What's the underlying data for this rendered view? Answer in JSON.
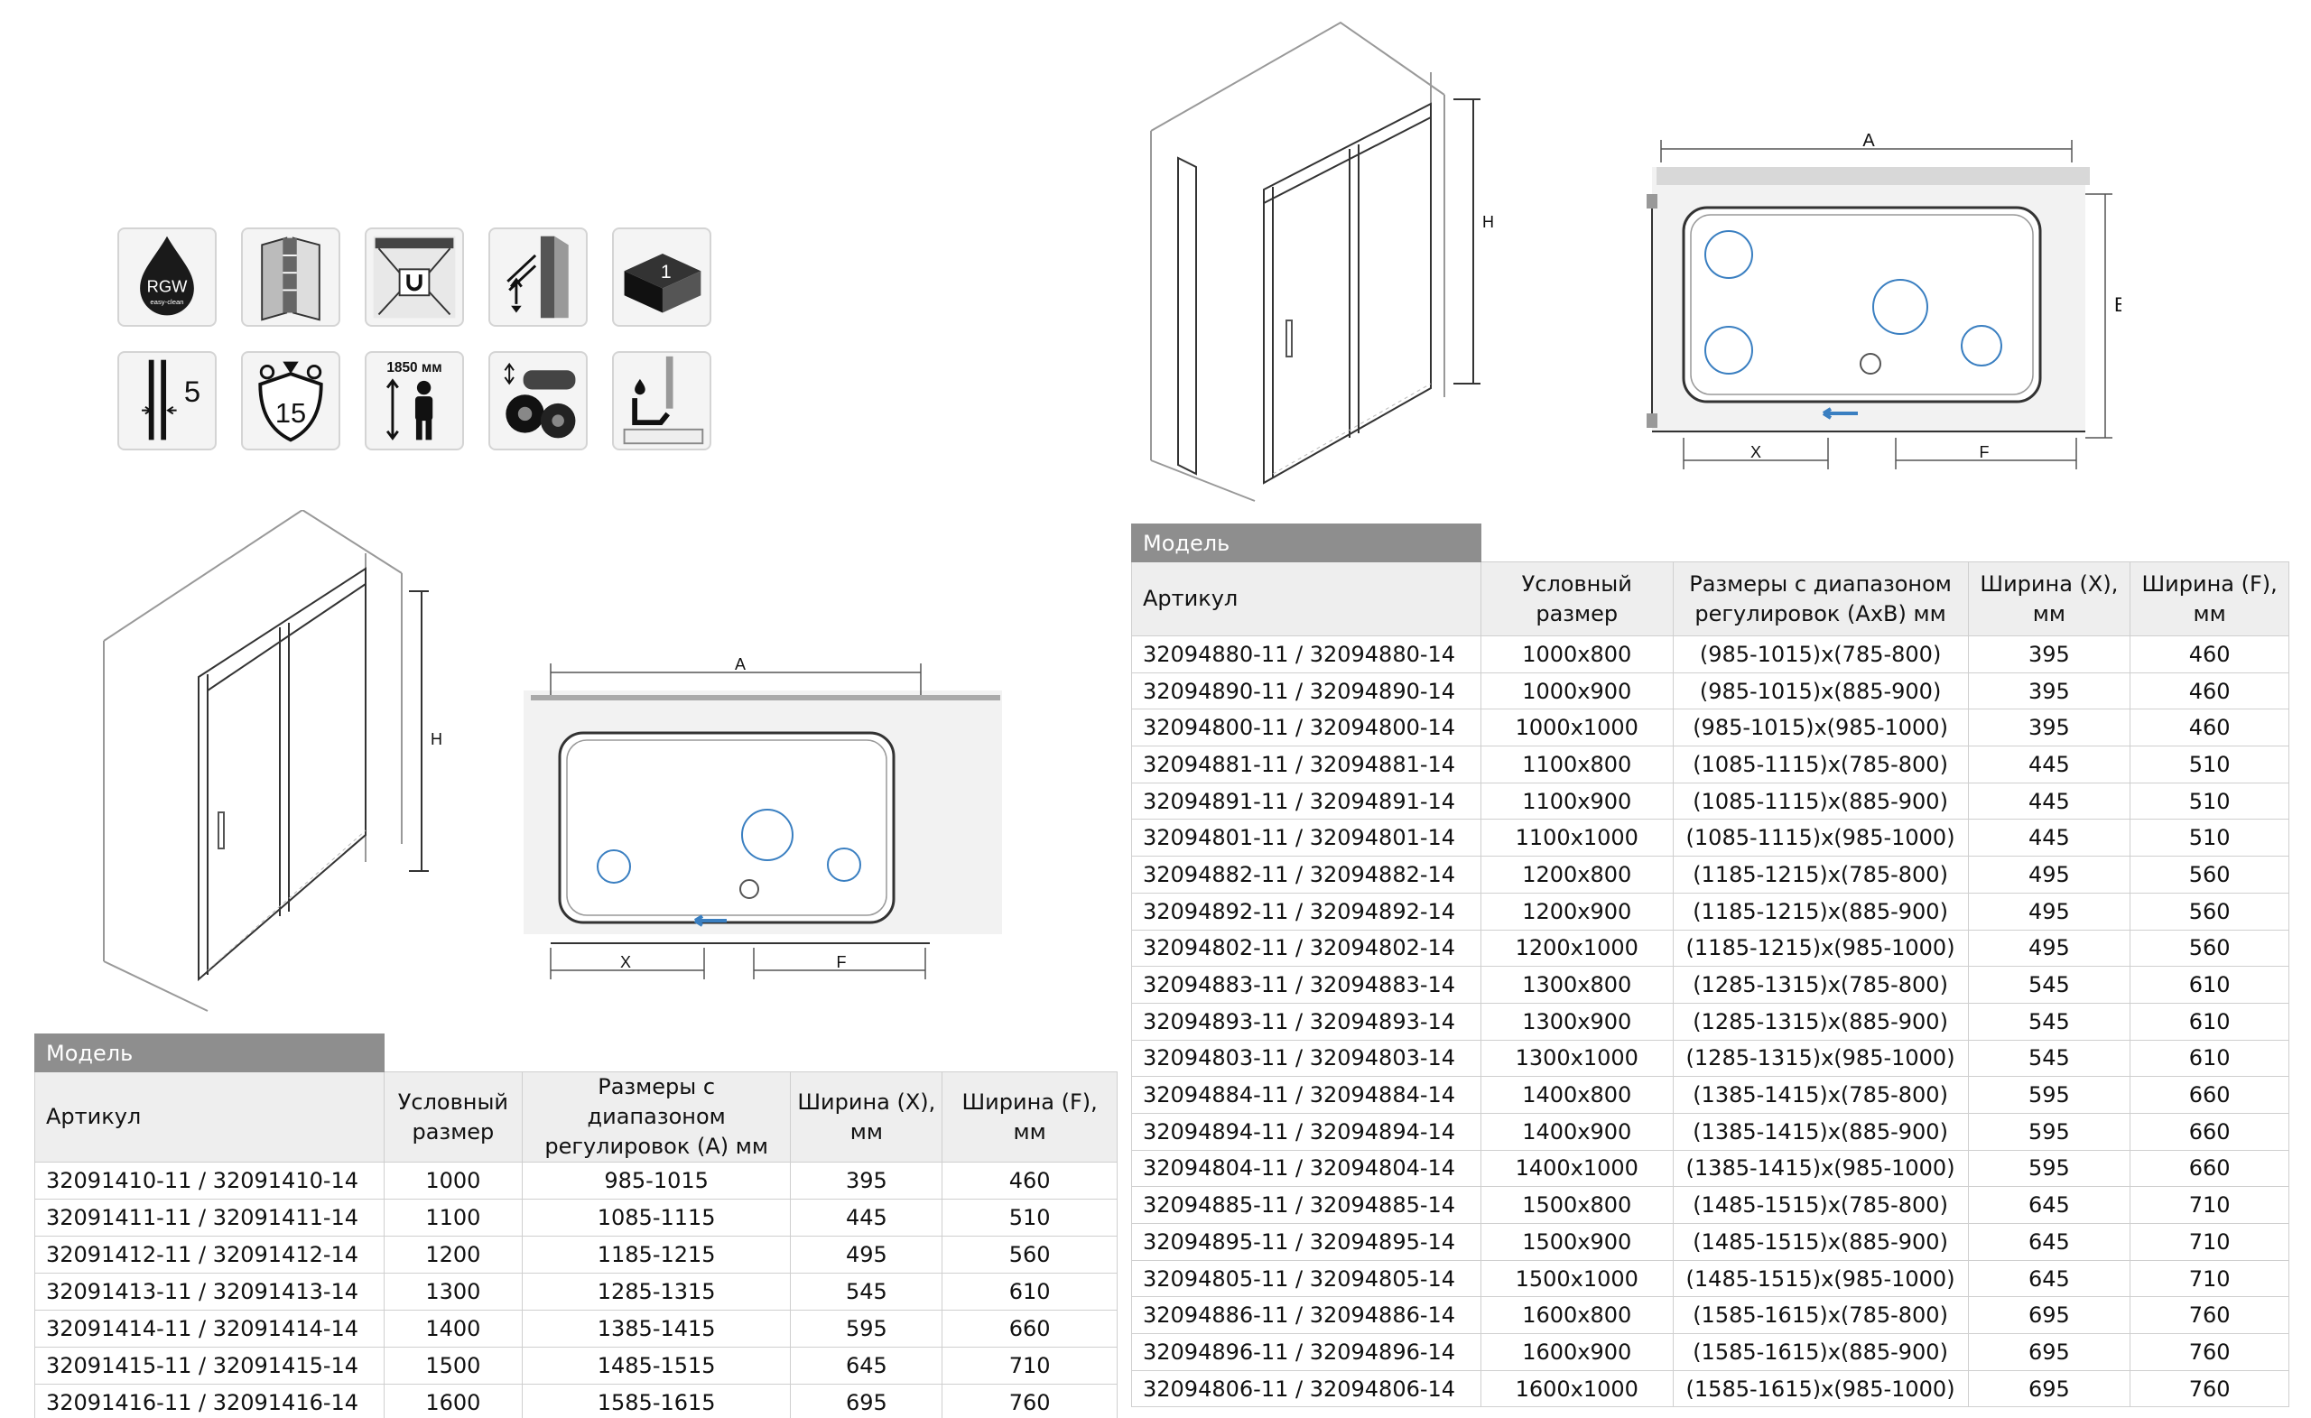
{
  "icons": [
    {
      "name": "rgw-easy-clean-icon",
      "text": "RGW",
      "subtext": "easy-clean"
    },
    {
      "name": "door-profile-icon"
    },
    {
      "name": "shower-cabin-icon"
    },
    {
      "name": "wall-profile-adjust-icon"
    },
    {
      "name": "box-one-icon",
      "text": "1"
    },
    {
      "name": "glass-thickness-icon",
      "text": "5"
    },
    {
      "name": "warranty-shield-icon",
      "text": "15"
    },
    {
      "name": "height-person-icon",
      "text": "1850 мм"
    },
    {
      "name": "rollers-icon"
    },
    {
      "name": "bath-tray-icon"
    }
  ],
  "drawings": {
    "left_iso": {
      "label_h": "H"
    },
    "left_plan": {
      "label_a": "A",
      "label_x": "X",
      "label_f": "F"
    },
    "right_iso": {
      "label_h": "H"
    },
    "right_plan": {
      "label_a": "A",
      "label_b": "B",
      "label_x": "X",
      "label_f": "F"
    }
  },
  "table_left": {
    "model_label": "Модель",
    "headers": [
      "Артикул",
      "Условный\nразмер",
      "Размеры с диапазоном\nрегулировок (A) мм",
      "Ширина (X),\nмм",
      "Ширина (F),\nмм"
    ],
    "rows": [
      [
        "32091410-11 / 32091410-14",
        "1000",
        "985-1015",
        "395",
        "460"
      ],
      [
        "32091411-11 / 32091411-14",
        "1100",
        "1085-1115",
        "445",
        "510"
      ],
      [
        "32091412-11 / 32091412-14",
        "1200",
        "1185-1215",
        "495",
        "560"
      ],
      [
        "32091413-11 / 32091413-14",
        "1300",
        "1285-1315",
        "545",
        "610"
      ],
      [
        "32091414-11 / 32091414-14",
        "1400",
        "1385-1415",
        "595",
        "660"
      ],
      [
        "32091415-11 / 32091415-14",
        "1500",
        "1485-1515",
        "645",
        "710"
      ],
      [
        "32091416-11 / 32091416-14",
        "1600",
        "1585-1615",
        "695",
        "760"
      ]
    ]
  },
  "table_right": {
    "model_label": "Модель",
    "headers": [
      "Артикул",
      "Условный\nразмер",
      "Размеры с диапазоном\nрегулировок (AxB) мм",
      "Ширина (X),\nмм",
      "Ширина (F),\nмм"
    ],
    "rows": [
      [
        "32094880-11 / 32094880-14",
        "1000x800",
        "(985-1015)x(785-800)",
        "395",
        "460"
      ],
      [
        "32094890-11 / 32094890-14",
        "1000x900",
        "(985-1015)x(885-900)",
        "395",
        "460"
      ],
      [
        "32094800-11 / 32094800-14",
        "1000x1000",
        "(985-1015)x(985-1000)",
        "395",
        "460"
      ],
      [
        "32094881-11 / 32094881-14",
        "1100x800",
        "(1085-1115)x(785-800)",
        "445",
        "510"
      ],
      [
        "32094891-11 / 32094891-14",
        "1100x900",
        "(1085-1115)x(885-900)",
        "445",
        "510"
      ],
      [
        "32094801-11 / 32094801-14",
        "1100x1000",
        "(1085-1115)x(985-1000)",
        "445",
        "510"
      ],
      [
        "32094882-11 / 32094882-14",
        "1200x800",
        "(1185-1215)x(785-800)",
        "495",
        "560"
      ],
      [
        "32094892-11 / 32094892-14",
        "1200x900",
        "(1185-1215)x(885-900)",
        "495",
        "560"
      ],
      [
        "32094802-11 / 32094802-14",
        "1200x1000",
        "(1185-1215)x(985-1000)",
        "495",
        "560"
      ],
      [
        "32094883-11 / 32094883-14",
        "1300x800",
        "(1285-1315)x(785-800)",
        "545",
        "610"
      ],
      [
        "32094893-11 / 32094893-14",
        "1300x900",
        "(1285-1315)x(885-900)",
        "545",
        "610"
      ],
      [
        "32094803-11 / 32094803-14",
        "1300x1000",
        "(1285-1315)x(985-1000)",
        "545",
        "610"
      ],
      [
        "32094884-11 / 32094884-14",
        "1400x800",
        "(1385-1415)x(785-800)",
        "595",
        "660"
      ],
      [
        "32094894-11 / 32094894-14",
        "1400x900",
        "(1385-1415)x(885-900)",
        "595",
        "660"
      ],
      [
        "32094804-11 / 32094804-14",
        "1400x1000",
        "(1385-1415)x(985-1000)",
        "595",
        "660"
      ],
      [
        "32094885-11 / 32094885-14",
        "1500x800",
        "(1485-1515)x(785-800)",
        "645",
        "710"
      ],
      [
        "32094895-11 / 32094895-14",
        "1500x900",
        "(1485-1515)x(885-900)",
        "645",
        "710"
      ],
      [
        "32094805-11 / 32094805-14",
        "1500x1000",
        "(1485-1515)x(985-1000)",
        "645",
        "710"
      ],
      [
        "32094886-11 / 32094886-14",
        "1600x800",
        "(1585-1615)x(785-800)",
        "695",
        "760"
      ],
      [
        "32094896-11 / 32094896-14",
        "1600x900",
        "(1585-1615)x(885-900)",
        "695",
        "760"
      ],
      [
        "32094806-11 / 32094806-14",
        "1600x1000",
        "(1585-1615)x(985-1000)",
        "695",
        "760"
      ]
    ]
  }
}
